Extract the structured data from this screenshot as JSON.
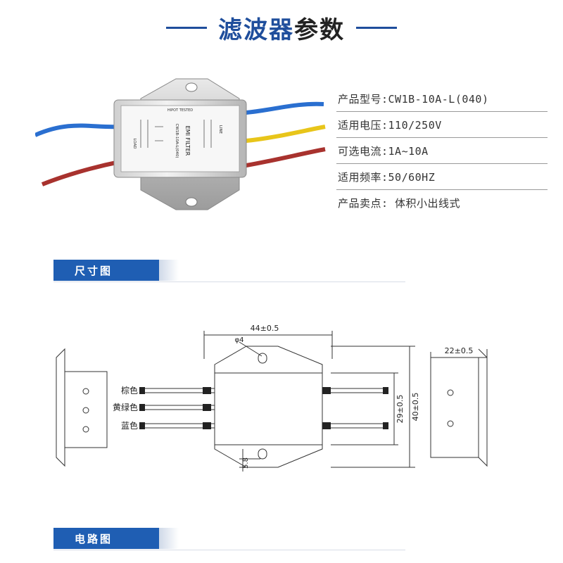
{
  "header": {
    "title_part1": "滤波器",
    "title_part2": "参数"
  },
  "product_photo": {
    "label_top": "HIPOT TESTED",
    "label_brand": "EMI FILTER",
    "label_model": "CW1B-10A-L(040)",
    "label_line": "LINE",
    "label_load": "LOAD"
  },
  "specs": [
    "产品型号:CW1B-10A-L(040)",
    "适用电压:110/250V",
    "可选电流:1A~10A",
    "适用频率:50/60HZ",
    "产品卖点: 体积小出线式"
  ],
  "sections": {
    "dimensions": "尺寸图",
    "circuit": "电路图"
  },
  "drawing": {
    "dim_width": "44±0.5",
    "dim_depth": "22±0.5",
    "dim_hole": "φ4",
    "dim_height_outer": "40±0.5",
    "dim_height_inner": "29±0.5",
    "dim_tab": "5.8",
    "wire_brown": "棕色",
    "wire_yellow_green": "黄绿色",
    "wire_blue": "蓝色"
  },
  "colors": {
    "accent_blue": "#1f4e9c",
    "tab_blue": "#1f5eb3",
    "wire_blue": "#2a6fd0",
    "wire_yellow": "#e8c51a",
    "wire_red": "#a8322e"
  }
}
